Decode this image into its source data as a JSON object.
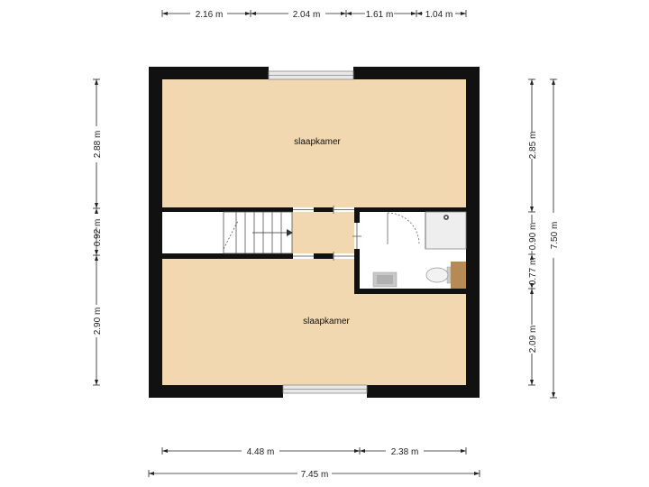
{
  "colors": {
    "floor": "#f1d8b0",
    "wall": "#111111",
    "window": "#e8e8e8",
    "bathroom_floor": "#ffffff",
    "dimension_line": "#222222",
    "furniture_wood": "#b58a54",
    "fixture": "#d0d0d0"
  },
  "rooms": {
    "bedroom_top": "slaapkamer",
    "bedroom_bottom": "slaapkamer"
  },
  "dimensions": {
    "top": [
      "2.16 m",
      "2.04 m",
      "1.61 m",
      "1.04 m"
    ],
    "left": [
      "2.88 m",
      "0.92 m",
      "2.90 m"
    ],
    "right_inner": [
      "2.85 m",
      "0.90 m",
      "0.77 m",
      "2.09 m"
    ],
    "right_total": "7.50 m",
    "bottom_parts": [
      "4.48 m",
      "2.38 m"
    ],
    "bottom_total": "7.45 m"
  },
  "icons": {
    "stairs": "stairs-icon",
    "door": "door-swing-icon",
    "shower": "shower-icon",
    "toilet": "toilet-icon",
    "sink": "sink-icon",
    "vanity": "vanity-cabinet-icon"
  }
}
